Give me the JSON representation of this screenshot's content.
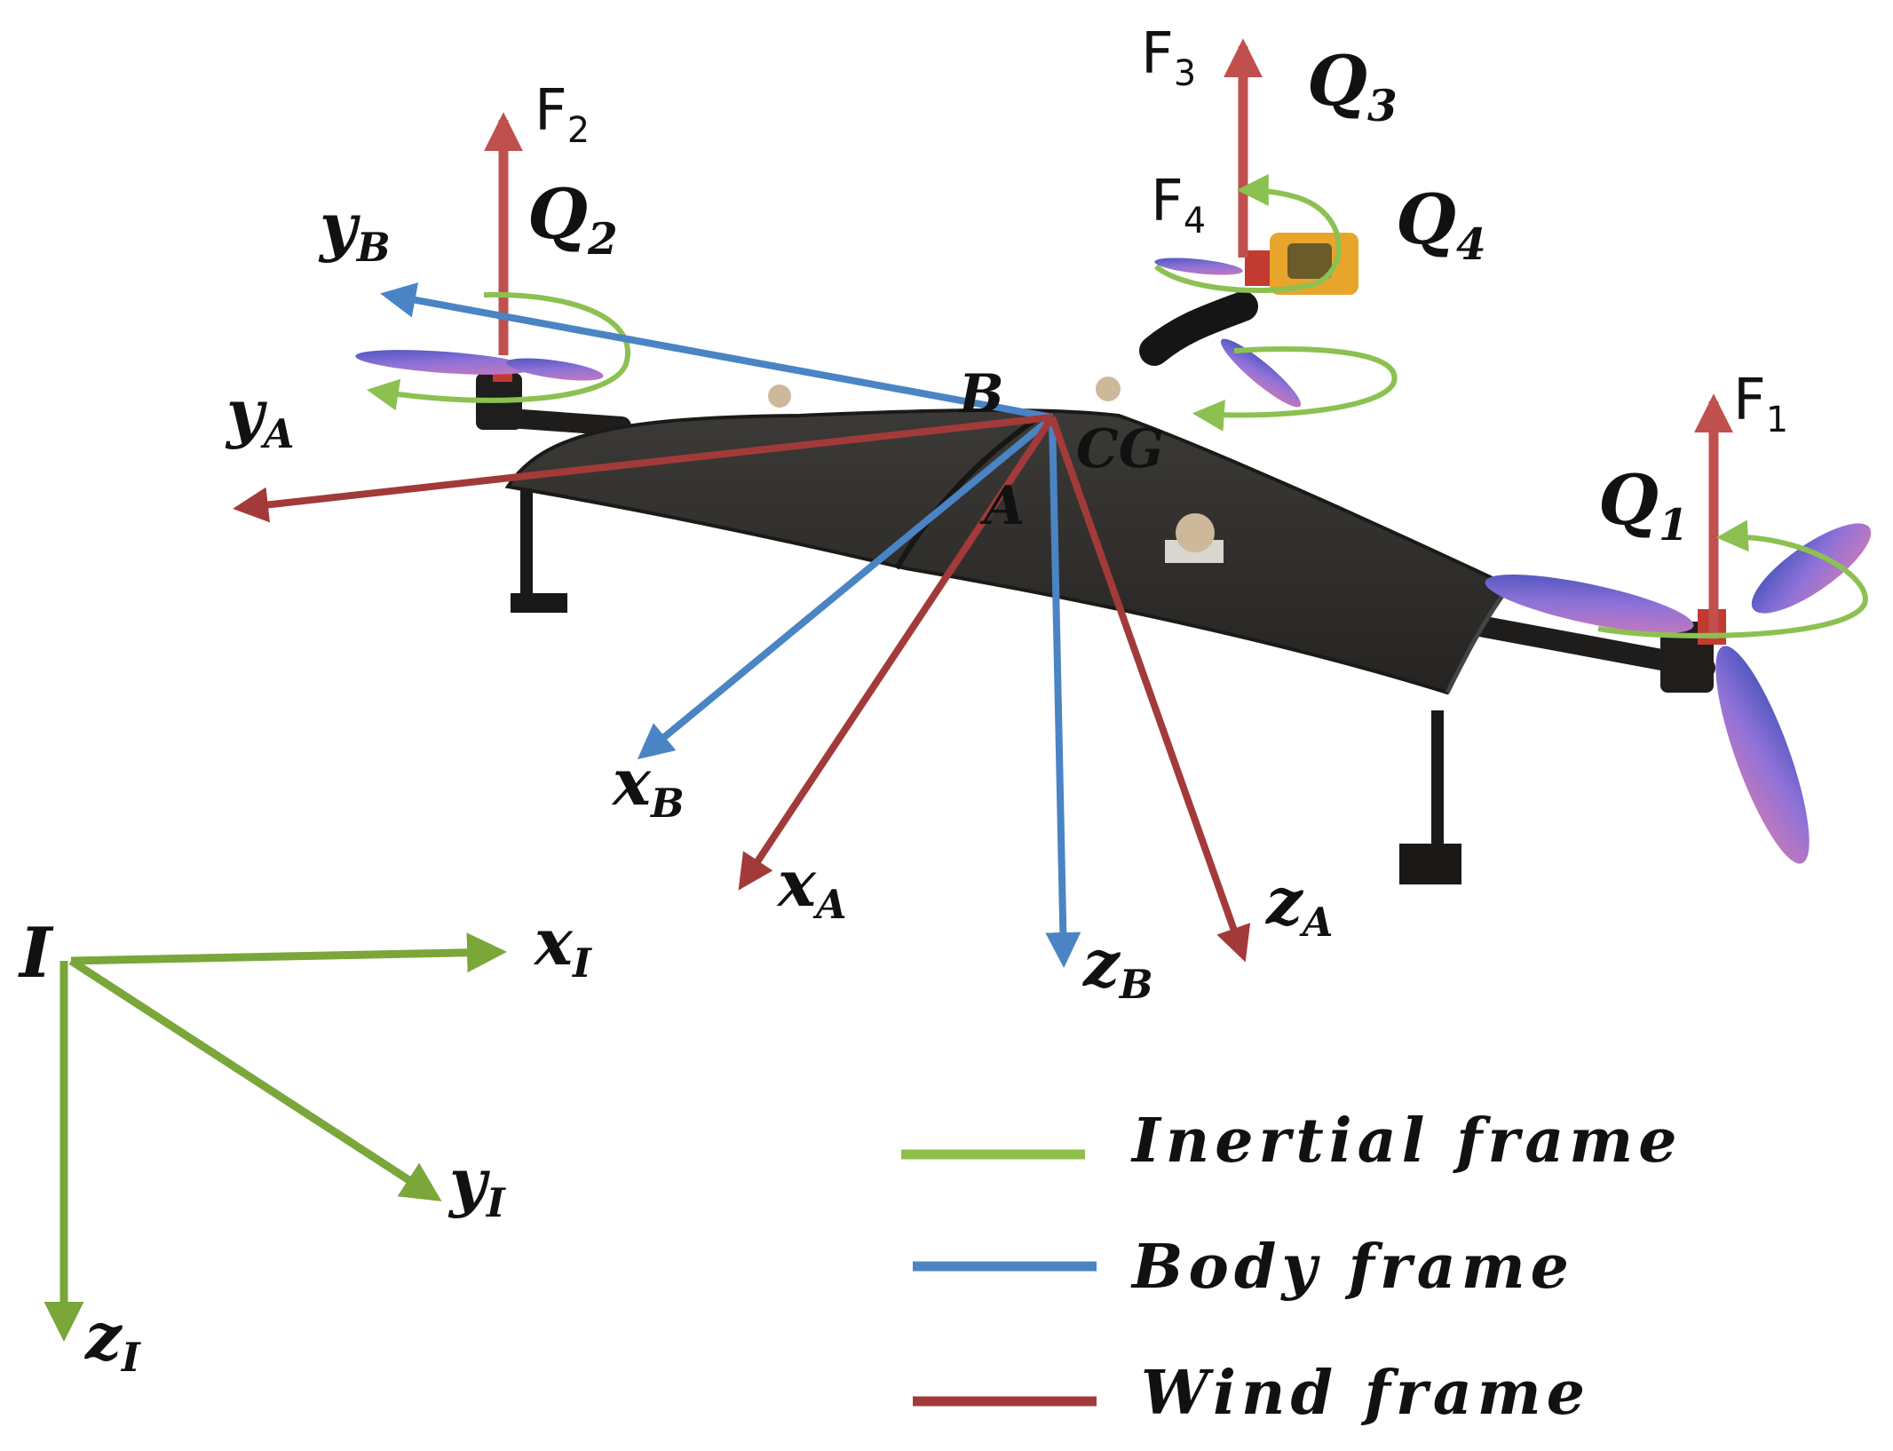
{
  "colors": {
    "inertial": "#7aa63a",
    "inertial_legend": "#8dc04a",
    "body": "#4a84c4",
    "wind": "#a33a3a",
    "force": "#c0504d",
    "moment": "#8cc152",
    "wing": "#2d2b29",
    "wing_edge": "#1c1a18",
    "prop": "#7b6fd0"
  },
  "forces": {
    "f1": {
      "base": "F",
      "sub": "1"
    },
    "f2": {
      "base": "F",
      "sub": "2"
    },
    "f3": {
      "base": "F",
      "sub": "3"
    },
    "f4": {
      "base": "F",
      "sub": "4"
    }
  },
  "moments": {
    "q1": {
      "base": "Q",
      "sub": "1"
    },
    "q2": {
      "base": "Q",
      "sub": "2"
    },
    "q3": {
      "base": "Q",
      "sub": "3"
    },
    "q4": {
      "base": "Q",
      "sub": "4"
    }
  },
  "points": {
    "b": "B",
    "a": "A",
    "cg": "CG",
    "i": "I"
  },
  "axes": {
    "xb": {
      "base": "x",
      "sub": "B"
    },
    "yb": {
      "base": "y",
      "sub": "B"
    },
    "zb": {
      "base": "z",
      "sub": "B"
    },
    "xa": {
      "base": "x",
      "sub": "A"
    },
    "ya": {
      "base": "y",
      "sub": "A"
    },
    "za": {
      "base": "z",
      "sub": "A"
    },
    "xi": {
      "base": "x",
      "sub": "I"
    },
    "yi": {
      "base": "y",
      "sub": "I"
    },
    "zi": {
      "base": "z",
      "sub": "I"
    }
  },
  "legend": [
    {
      "label": "Inertial frame",
      "color": "#8dc04a"
    },
    {
      "label": "Body frame",
      "color": "#4a84c4"
    },
    {
      "label": "Wind frame",
      "color": "#a33a3a"
    }
  ]
}
